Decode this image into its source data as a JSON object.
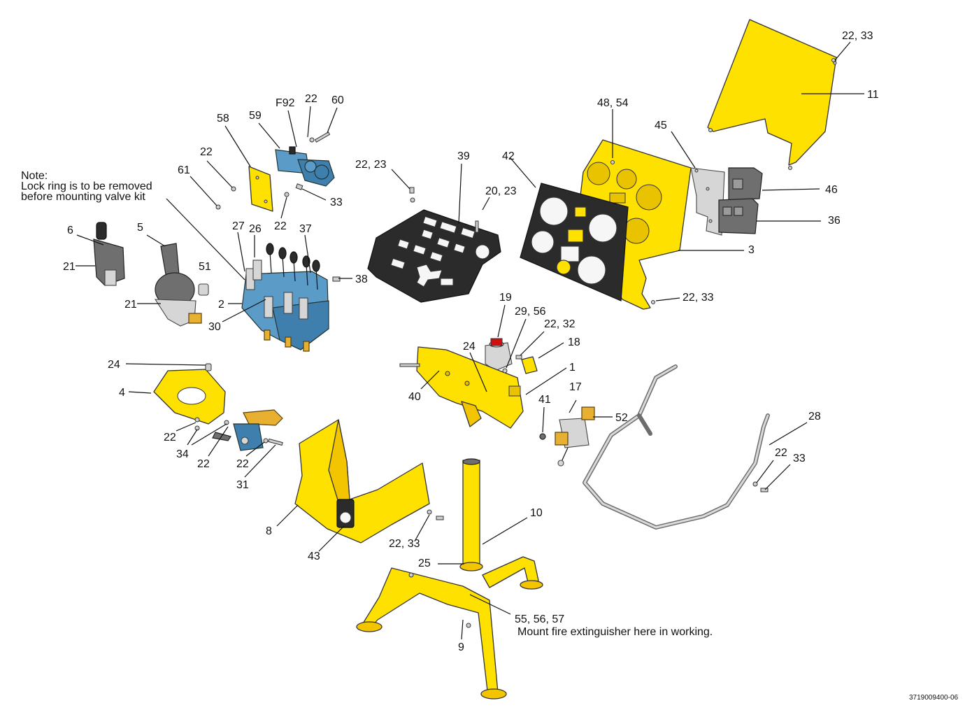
{
  "note": {
    "heading": "Note:",
    "line1": "Lock ring is to be removed",
    "line2": "before mounting valve kit"
  },
  "callout_note": "Mount fire extinguisher here in working.",
  "drawing_number": "3719009400-06",
  "labels": {
    "l_22_33_top": "22, 33",
    "l_11": "11",
    "l_48_54": "48, 54",
    "l_45": "45",
    "l_42": "42",
    "l_46": "46",
    "l_36": "36",
    "l_3": "3",
    "l_22_33_plate": "22, 33",
    "l_39": "39",
    "l_22_23": "22, 23",
    "l_20_23": "20, 23",
    "l_f92": "F92",
    "l_22_a": "22",
    "l_60": "60",
    "l_58": "58",
    "l_59": "59",
    "l_22_b": "22",
    "l_61": "61",
    "l_33_a": "33",
    "l_22_c": "22",
    "l_27": "27",
    "l_26": "26",
    "l_37": "37",
    "l_6": "6",
    "l_5": "5",
    "l_21_a": "21",
    "l_51": "51",
    "l_21_b": "21",
    "l_2": "2",
    "l_30": "30",
    "l_38": "38",
    "l_19": "19",
    "l_29_56": "29, 56",
    "l_22_32": "22, 32",
    "l_18": "18",
    "l_24_a": "24",
    "l_1": "1",
    "l_40": "40",
    "l_41": "41",
    "l_17": "17",
    "l_52": "52",
    "l_28": "28",
    "l_22_d": "22",
    "l_33_b": "33",
    "l_24_b": "24",
    "l_4": "4",
    "l_22_e": "22",
    "l_34": "34",
    "l_22_f": "22",
    "l_22_g": "22",
    "l_31": "31",
    "l_8": "8",
    "l_43": "43",
    "l_22_33_bottom": "22, 33",
    "l_10": "10",
    "l_25": "25",
    "l_55_56_57": "55, 56, 57",
    "l_9": "9"
  }
}
